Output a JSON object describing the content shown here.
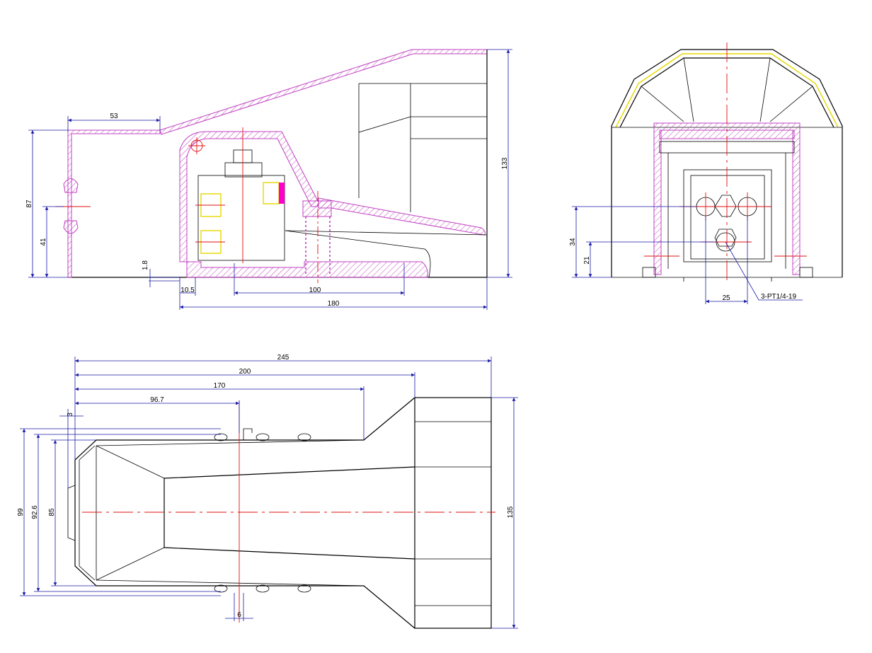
{
  "side_view": {
    "dims": {
      "d53": "53",
      "d87": "87",
      "d41": "41",
      "d1_8": "1.8",
      "d10_5": "10.5",
      "d100": "100",
      "d180": "180",
      "d133": "133"
    }
  },
  "front_view": {
    "dims": {
      "d34": "34",
      "d21": "21",
      "d25": "25"
    },
    "callout": "3-PT1/4-19"
  },
  "plan_view": {
    "dims": {
      "d245": "245",
      "d200": "200",
      "d170": "170",
      "d96_7": "96.7",
      "d3": "3",
      "d99": "99",
      "d92_6": "92.6",
      "d85": "85",
      "d135": "135",
      "d6": "6"
    }
  },
  "colors": {
    "outline": "#000000",
    "dimension": "#1a1aa6",
    "centerline": "#e01010",
    "section_hatch": "#c040c0",
    "highlight_yellow": "#e6d800",
    "highlight_magenta": "#ff00cc"
  }
}
